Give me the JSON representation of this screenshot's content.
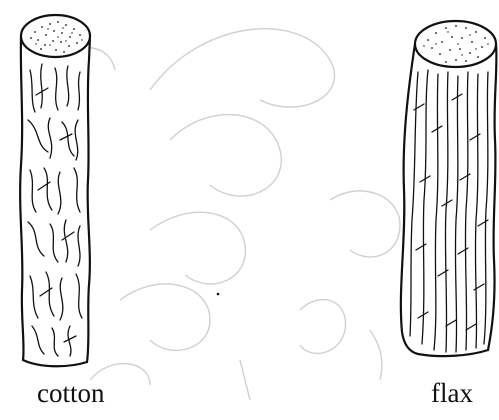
{
  "figure": {
    "fibers": [
      {
        "id": "cotton",
        "label": "cotton"
      },
      {
        "id": "flax",
        "label": "flax"
      }
    ],
    "colors": {
      "ink": "#111111",
      "watermark": "#c9c9c9",
      "background": "#ffffff"
    }
  }
}
